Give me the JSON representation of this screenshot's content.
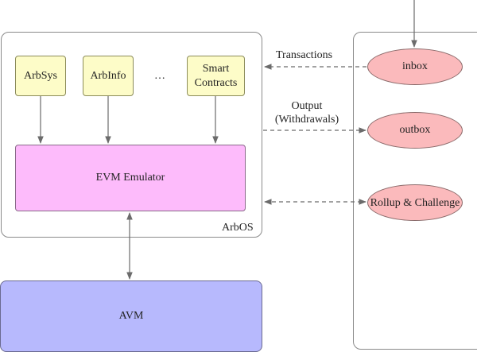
{
  "arbos": {
    "label": "ArbOS",
    "modules": {
      "arbsys": "ArbSys",
      "arbinfo": "ArbInfo",
      "ellipsis": "…",
      "smart_contracts": "Smart Contracts"
    },
    "evm_emulator": "EVM Emulator"
  },
  "avm": {
    "label": "AVM"
  },
  "l1": {
    "inbox": "inbox",
    "outbox": "outbox",
    "rollup": "Rollup & Challenge"
  },
  "edges": {
    "transactions": "Transactions",
    "output": "Output (Withdrawals)"
  }
}
